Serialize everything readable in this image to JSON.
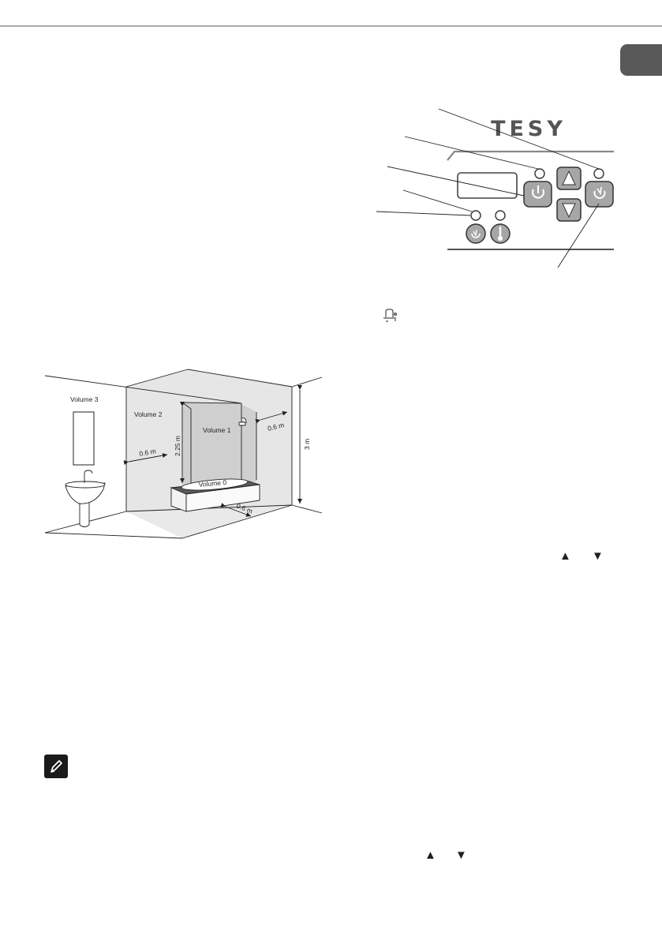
{
  "panel": {
    "brand": "TESY"
  },
  "bathroom": {
    "volume_0": "Volume 0",
    "volume_1": "Volume 1",
    "volume_2": "Volume 2",
    "volume_3": "Volume 3",
    "dim_side": "0.6 m",
    "dim_right": "0.6 m",
    "dim_front": "0.6 m",
    "dim_height_inner": "2.25 m",
    "dim_height_room": "3 m"
  },
  "inline_arrows": {
    "up": "▲",
    "down": "▼"
  },
  "icons": {
    "language_tab": "language-tab-icon",
    "note": "pencil-note-icon",
    "power": "power-icon",
    "eco": "eco-mode-icon",
    "thermometer": "thermometer-icon",
    "faucet": "faucet-icon"
  },
  "colors": {
    "ink": "#231f20",
    "button_fill": "#a6a6a6",
    "tab": "#595959",
    "wall_shade": "#e6e6e6",
    "shower_shade": "#cfcfcf",
    "tub_top": "#595959"
  }
}
